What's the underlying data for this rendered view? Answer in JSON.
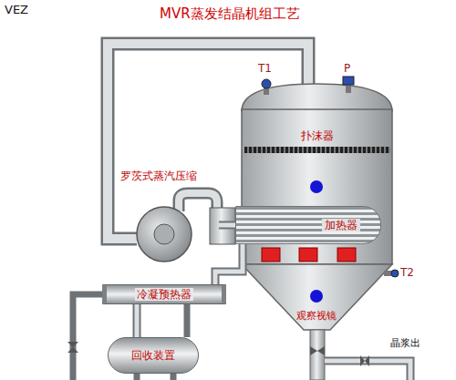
{
  "diagram": {
    "title": "MVR蒸发结晶机组工艺",
    "nodes": [
      {
        "text": [
          "扑沫器"
        ]
      },
      {
        "text": [
          "罗茨式蒸汽压缩"
        ]
      },
      {
        "text": [
          "加热器"
        ]
      },
      {
        "text": [
          "冷凝预热器"
        ]
      },
      {
        "text": [
          "回收装置"
        ]
      }
    ],
    "edges": [
      {
        "from": 1,
        "to": 2,
        "arrow": "none"
      },
      {
        "from": 2,
        "to": 3,
        "arrow": "none"
      },
      {
        "from": 3,
        "to": 4,
        "arrow": "none"
      }
    ],
    "labels": [
      "VEZ",
      "T1",
      "P",
      "T2",
      "观察视镜",
      "晶浆出"
    ]
  }
}
